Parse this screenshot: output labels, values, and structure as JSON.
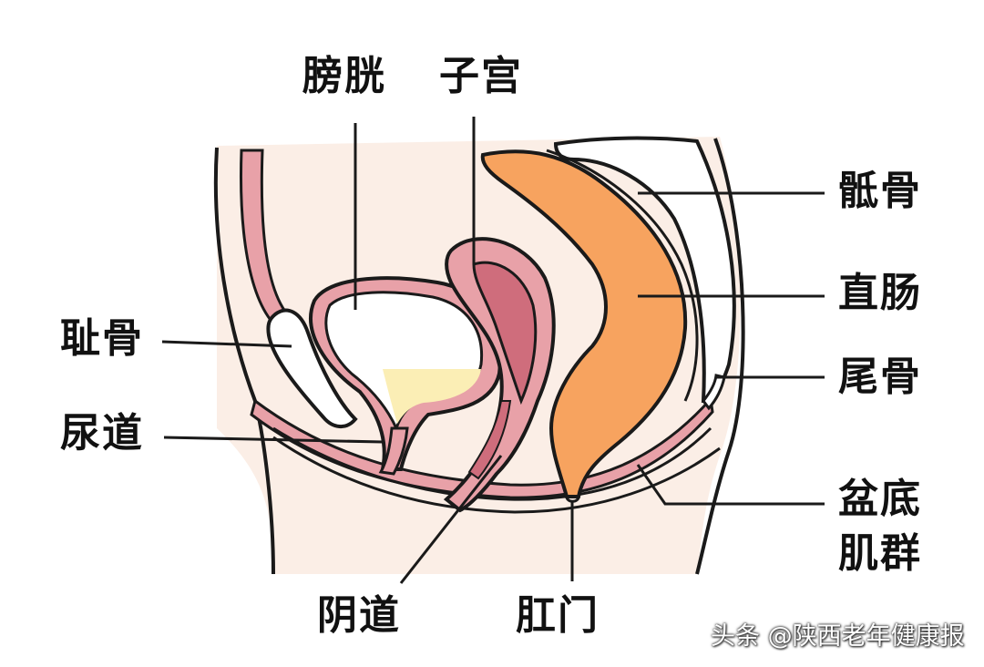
{
  "labels": {
    "bladder": "膀胱",
    "uterus": "子宫",
    "sacrum": "骶骨",
    "rectum": "直肠",
    "pubic_bone": "耻骨",
    "coccyx": "尾骨",
    "urethra": "尿道",
    "pelvic_floor_line1": "盆底",
    "pelvic_floor_line2": "肌群",
    "vagina": "阴道",
    "anus": "肛门"
  },
  "watermark": "头条 @陕西老年健康报",
  "colors": {
    "background": "#ffffff",
    "skin_tone": "#fbeee6",
    "muscle_pink": "#e8a1a8",
    "muscle_dark": "#cf6d7c",
    "rectum_orange": "#f7a35f",
    "bone_white": "#ffffff",
    "urine_yellow": "#fbeeb5",
    "outline": "#1a1a1a"
  }
}
